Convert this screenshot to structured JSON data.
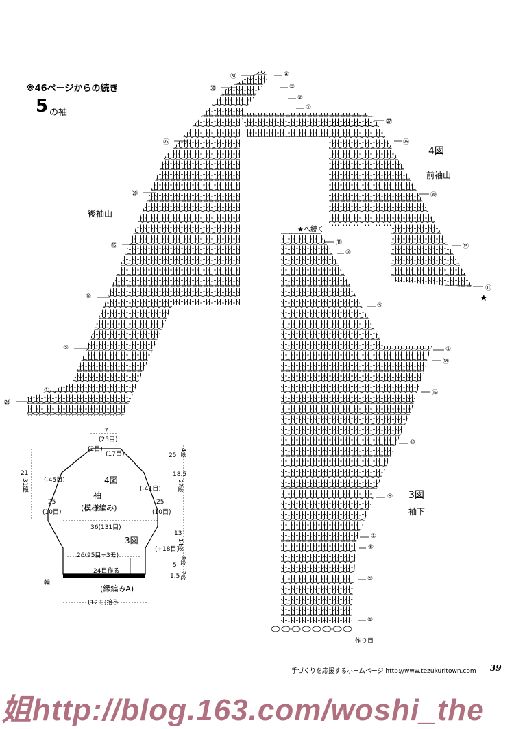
{
  "header": {
    "note": "※46ページからの続き",
    "pattern_number": "5",
    "pattern_title": "の袖"
  },
  "labels": {
    "back_cap": "後袖山",
    "front_cap": "前袖山",
    "fig4": "4図",
    "fig3": "3図",
    "underarm": "袖下",
    "continue_star": "★へ続く",
    "foundation": "作り目"
  },
  "row_markers": {
    "back": [
      "㉛",
      "㉚",
      "㉕",
      "⑳",
      "⑮",
      "⑩",
      "⑤",
      "①",
      "㉖"
    ],
    "top": [
      "④",
      "③",
      "②",
      "①"
    ],
    "front": [
      "㉗",
      "㉕",
      "⑳",
      "⑮",
      "⑪"
    ],
    "middle": [
      "⑪",
      "⑩",
      "⑤"
    ],
    "lower": [
      "①",
      "⑱",
      "⑮",
      "⑩",
      "⑤",
      "①",
      "⑧",
      "⑤",
      "①"
    ]
  },
  "schematic": {
    "top_width": "7",
    "top_width_sts": "(25目)",
    "top_left": "(2目)",
    "top_right": "(17目)",
    "left_height": "21",
    "left_rows": "31段",
    "left_dec": "(-45目)",
    "right_dec": "(-41目)",
    "fig_label": "4図",
    "part_name": "袖",
    "stitch_name": "(模様編み)",
    "left_side": "25",
    "left_side_sts": "(10目)",
    "right_side": "25",
    "right_side_sts": "(10目)",
    "mid_width": "36(131目)",
    "fig3_label": "3図",
    "inc": "(+18目)",
    "cuff_width": "26(95目=3モ)",
    "pickup": "24目作る",
    "ring": "輪",
    "edge_stitch": "(縁編みA)",
    "bottom_pickup": "(12モ)拾う",
    "r_25": "25",
    "r_4": "4段",
    "r_18_5": "18.5",
    "r_27": "27段",
    "r_13": "13",
    "r_14": "14段",
    "r_5": "5",
    "r_8": "8段",
    "r_1_5": "1.5",
    "r_2": "2段"
  },
  "footer": {
    "text": "手づくりを応援するホームページ http://www.tezukuritown.com",
    "page": "39"
  },
  "watermark": "姐http://blog.163.com/woshi_the"
}
